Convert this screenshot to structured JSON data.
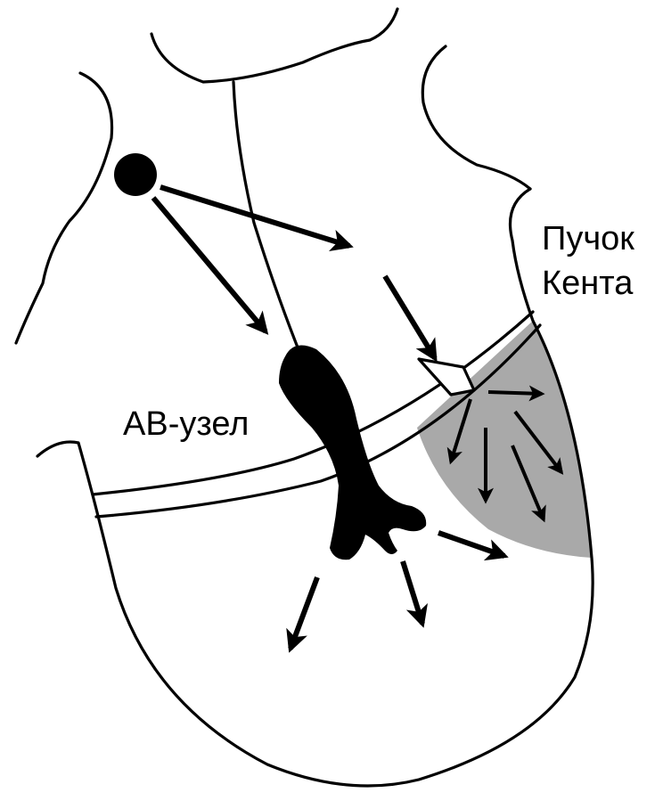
{
  "labels": {
    "kent_line1": "Пучок",
    "kent_line2": "Кента",
    "av_node": "АВ-узел"
  },
  "colors": {
    "line": "#000000",
    "preexcited_region": "#a9a9a9",
    "background": "#ffffff"
  }
}
